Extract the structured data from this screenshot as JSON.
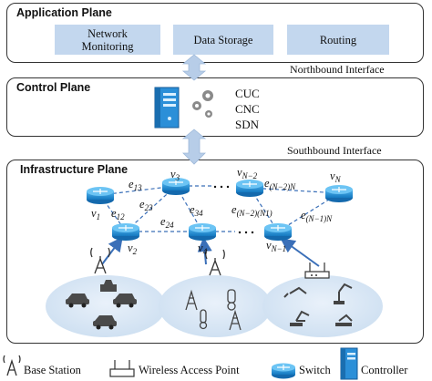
{
  "application_plane": {
    "title": "Application Plane",
    "boxes": [
      "Network\nMonitoring",
      "Data Storage",
      "Routing"
    ]
  },
  "northbound_interface": "Northbound Interface",
  "control_plane": {
    "title": "Control Plane",
    "labels": [
      "CUC",
      "CNC",
      "SDN"
    ]
  },
  "southbound_interface": "Southbound Interface",
  "infrastructure_plane": {
    "title": "Infrastructure Plane",
    "nodes": [
      "v1",
      "v2",
      "v3",
      "v4",
      "vN-2",
      "vN-1",
      "vN"
    ],
    "edges": [
      "e13",
      "e12",
      "e23",
      "e24",
      "e34",
      "e(N-2)N",
      "e(N-2)(N1)",
      "e(N-1)N"
    ]
  },
  "legend": {
    "base_station": "Base Station",
    "wireless_access_point": "Wireless Access Point",
    "switch": "Switch",
    "controller": "Controller"
  },
  "colors": {
    "box_fill": "#c3d7ee",
    "arrow_fill": "#b7cde8",
    "switch_blue": "#1e90d6",
    "ellipse_fill": "#dce8f5"
  }
}
